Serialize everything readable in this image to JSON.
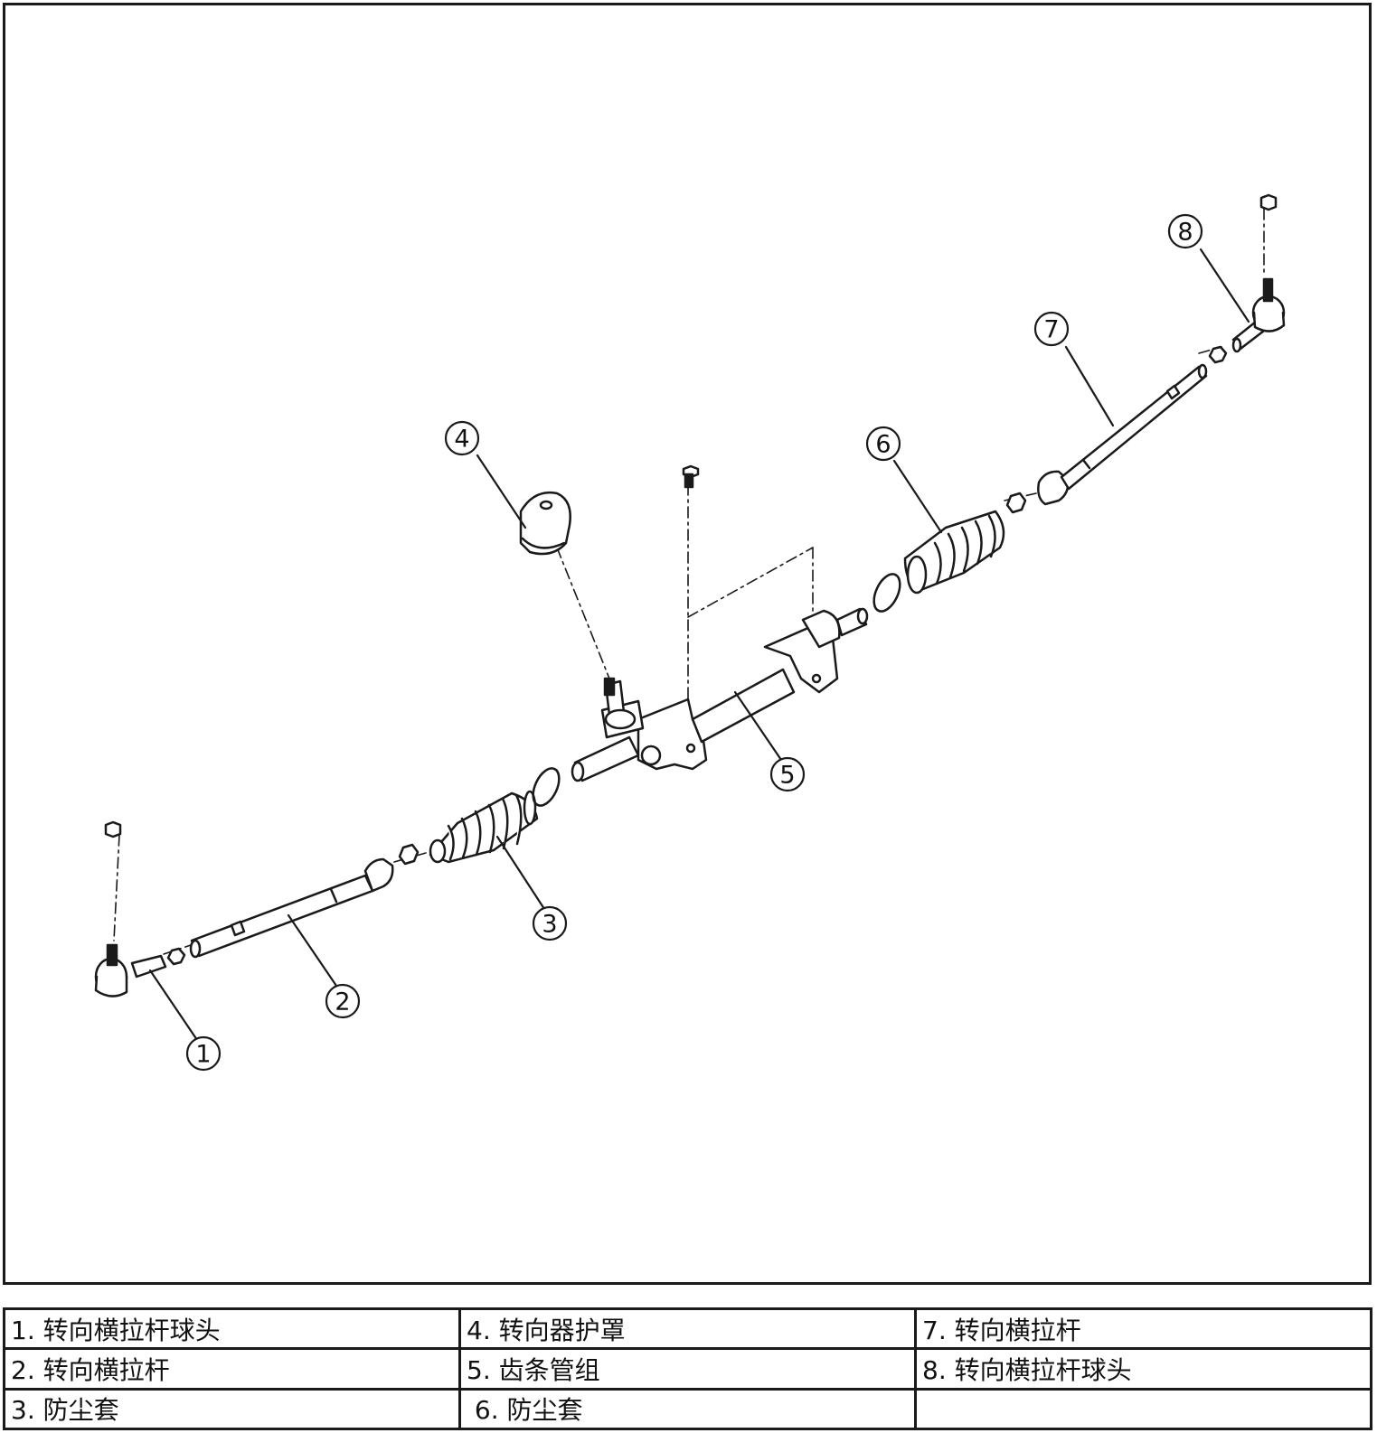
{
  "callouts": [
    "1",
    "2",
    "3",
    "4",
    "5",
    "6",
    "7",
    "8"
  ],
  "legend": {
    "rows": [
      [
        "1. 转向横拉杆球头",
        "4. 转向器护罩",
        "7. 转向横拉杆"
      ],
      [
        "2. 转向横拉杆",
        "5. 齿条管组",
        "8. 转向横拉杆球头"
      ],
      [
        "3. 防尘套",
        " 6. 防尘套",
        ""
      ]
    ]
  },
  "colors": {
    "line": "#1a1a1a",
    "fill": "#ffffff"
  }
}
